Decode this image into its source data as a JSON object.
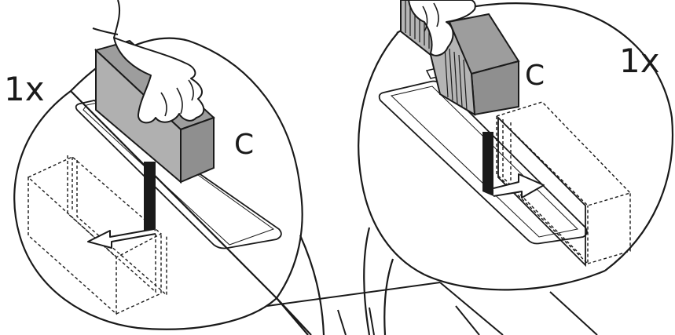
{
  "left_panel": {
    "quantity_label": "1x",
    "part_label": "C"
  },
  "right_panel": {
    "quantity_label": "1x",
    "part_label": "C"
  },
  "colors": {
    "line": "#1a1a1a",
    "filter_fill": "#a9a9a9",
    "filter_side": "#8f8f8f",
    "marker": "#1a1a1a",
    "background": "#ffffff"
  }
}
